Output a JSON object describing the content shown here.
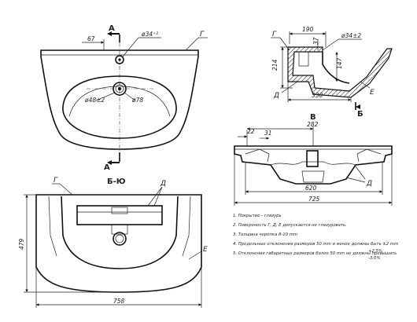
{
  "top_view": {
    "dim_67": "67",
    "dim_hole": "ø34⁺²",
    "label_g": "Г",
    "dim_drain": "ø48±2",
    "dim_78": "ø78",
    "section_a_top": "А",
    "section_a_bottom": "А"
  },
  "section_view": {
    "label_g": "Г",
    "dim_190": "190",
    "dim_37": "37",
    "dim_hole": "ø34±2",
    "dim_214": "214",
    "dim_147": "147",
    "dim_330": "330",
    "label_d": "Д",
    "label_e": "Е",
    "section_b": "Б"
  },
  "front_view": {
    "title": "В",
    "dim_22": "22",
    "dim_31": "31",
    "dim_282": "282",
    "dim_620": "620",
    "dim_725": "725",
    "label_d": "Д"
  },
  "bottom_view": {
    "title": "Б-Ю",
    "label_g": "Г",
    "label_d": "Д",
    "label_e": "Е",
    "dim_479": "479",
    "dim_758": "758"
  },
  "notes": [
    "1.  Покрытие - глазурь",
    "2.  Поверхность Г, Д, Е допускается не глазуровать.",
    "3.  Толщина черепка 8-10 mm",
    "4.  Предельные отклонения размеров 50 mm и менее должны быть ±2 mm",
    "5.  Отклонения габаритных размеров более 50 mm не должны превышать"
  ],
  "tolerance_plus": "+2,5%",
  "tolerance_minus": "-3,0%"
}
